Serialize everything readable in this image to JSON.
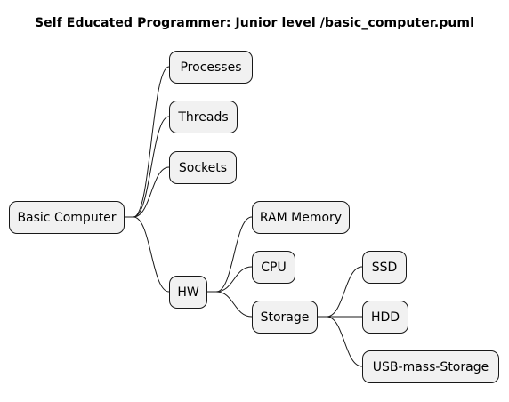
{
  "diagram": {
    "title": "Self Educated Programmer: Junior level /basic_computer.puml",
    "colors": {
      "node_fill": "#f1f1f1",
      "node_border": "#181818",
      "link": "#181818",
      "background": "#ffffff"
    },
    "nodes": {
      "root": "Basic Computer",
      "processes": "Processes",
      "threads": "Threads",
      "sockets": "Sockets",
      "hw": "HW",
      "ram": "RAM Memory",
      "cpu": "CPU",
      "storage": "Storage",
      "ssd": "SSD",
      "hdd": "HDD",
      "usb": "USB-mass-Storage"
    }
  }
}
